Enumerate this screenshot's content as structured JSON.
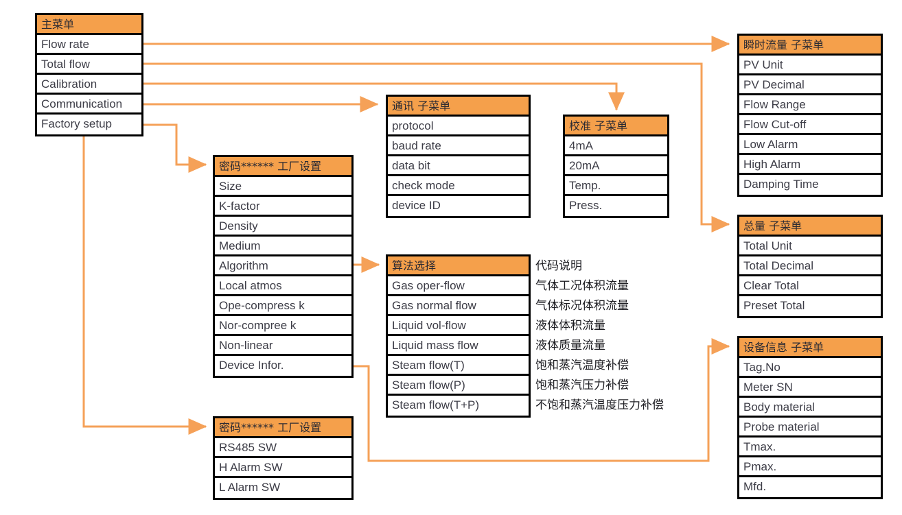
{
  "colors": {
    "header_bg": "#F5A04B",
    "wire": "#F5A158",
    "border": "#000000",
    "text": "#3c3c46",
    "page_bg": "#ffffff"
  },
  "boxes": {
    "main_menu": {
      "title": "主菜单",
      "items": [
        "Flow rate",
        "Total flow",
        "Calibration",
        "Communication",
        "Factory setup"
      ]
    },
    "factory_setup_1": {
      "title": "密码****** 工厂设置",
      "items": [
        "Size",
        "K-factor",
        "Density",
        "Medium",
        "Algorithm",
        "Local atmos",
        "Ope-compress k",
        "Nor-compree k",
        "Non-linear",
        "Device Infor."
      ]
    },
    "factory_setup_2": {
      "title": "密码****** 工厂设置",
      "items": [
        "RS485 SW",
        "H Alarm SW",
        "L Alarm SW"
      ]
    },
    "communication": {
      "title": "通讯 子菜单",
      "items": [
        "protocol",
        "baud rate",
        "data bit",
        "check mode",
        "device ID"
      ]
    },
    "calibration": {
      "title": "校准 子菜单",
      "items": [
        "4mA",
        "20mA",
        "Temp.",
        "Press."
      ]
    },
    "algorithm": {
      "title": "算法选择",
      "items": [
        "Gas oper-flow",
        "Gas normal flow",
        "Liquid vol-flow",
        "Liquid mass flow",
        "Steam flow(T)",
        "Steam flow(P)",
        "Steam flow(T+P)"
      ]
    },
    "flow_rate": {
      "title": "瞬时流量 子菜单",
      "items": [
        "PV Unit",
        "PV Decimal",
        "Flow Range",
        "Flow Cut-off",
        "Low Alarm",
        "High Alarm",
        "Damping Time"
      ]
    },
    "total_flow": {
      "title": "总量 子菜单",
      "items": [
        "Total Unit",
        "Total Decimal",
        "Clear Total",
        "Preset Total"
      ]
    },
    "device_info": {
      "title": "设备信息 子菜单",
      "items": [
        "Tag.No",
        "Meter SN",
        "Body material",
        "Probe material",
        "Tmax.",
        "Pmax.",
        "Mfd."
      ]
    }
  },
  "algorithm_notes": {
    "header": "代码说明",
    "items": [
      "气体工况体积流量",
      "气体标况体积流量",
      "液体体积流量",
      "液体质量流量",
      "饱和蒸汽温度补偿",
      "饱和蒸汽压力补偿",
      "不饱和蒸汽温度压力补偿"
    ]
  }
}
